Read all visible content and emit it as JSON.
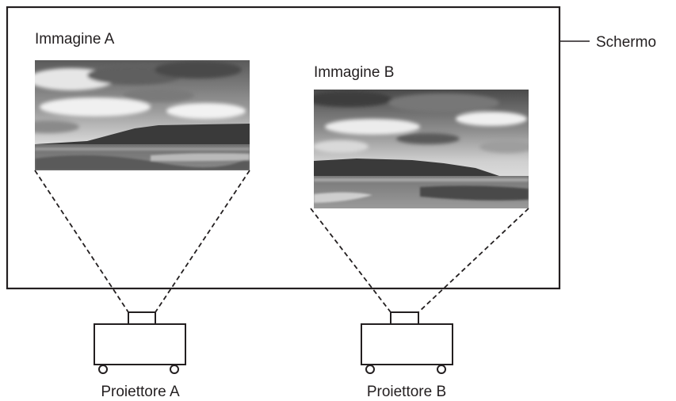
{
  "screen": {
    "label": "Schermo"
  },
  "images": [
    {
      "label": "Immagine A"
    },
    {
      "label": "Immagine B"
    }
  ],
  "projectors": [
    {
      "label": "Proiettore A"
    },
    {
      "label": "Proiettore B"
    }
  ],
  "colors": {
    "line": "#231f20",
    "background": "#ffffff"
  }
}
